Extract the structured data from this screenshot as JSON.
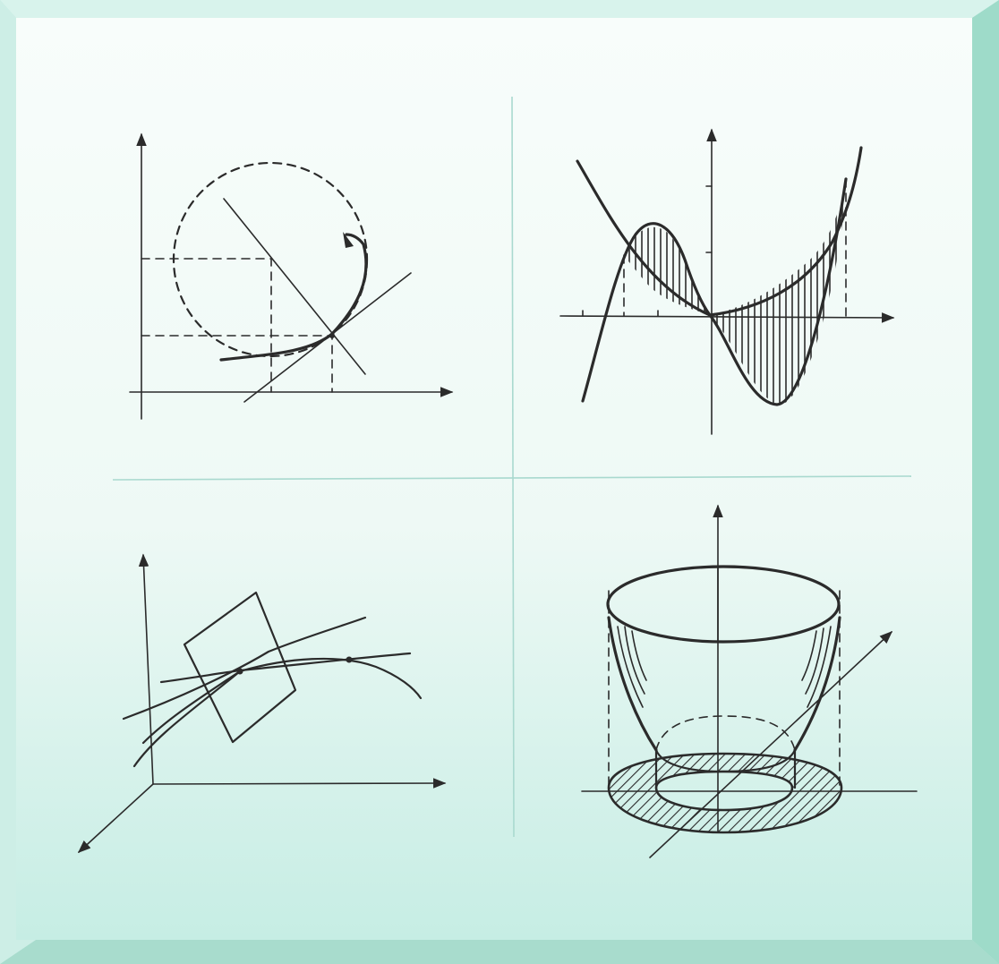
{
  "colors": {
    "frame_outer": "#bfe9df",
    "frame_bevel": "#9edbc9",
    "panel_top": "#f7fcfa",
    "panel_bottom": "#c9eee6",
    "divider": "#a9d9cf",
    "ink": "#2b2b2b"
  },
  "panels": [
    {
      "name": "circle-tangent-diagram",
      "caption": ""
    },
    {
      "name": "shaded-area-between-curves",
      "caption": ""
    },
    {
      "name": "tangent-plane-3d-diagram",
      "caption": ""
    },
    {
      "name": "solid-of-revolution-diagram",
      "caption": ""
    }
  ]
}
